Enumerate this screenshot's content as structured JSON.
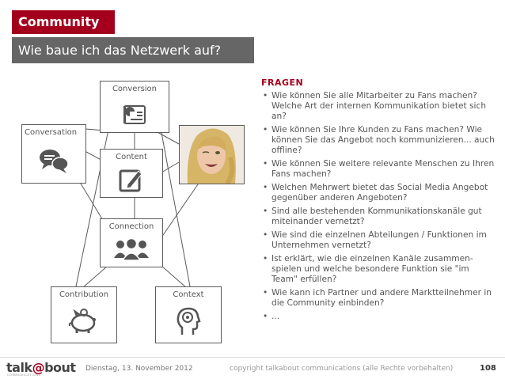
{
  "header": {
    "title": "Community",
    "subtitle": "Wie baue ich das Netzwerk auf?"
  },
  "diagram": {
    "nodes": [
      {
        "id": "conversion",
        "label": "Conversion",
        "icon": "presentation-icon"
      },
      {
        "id": "conversation",
        "label": "Conversation",
        "icon": "chat-bubbles-icon"
      },
      {
        "id": "content",
        "label": "Content",
        "icon": "edit-pencil-icon"
      },
      {
        "id": "connection",
        "label": "Connection",
        "icon": "people-group-icon"
      },
      {
        "id": "contribution",
        "label": "Contribution",
        "icon": "piggy-bank-icon"
      },
      {
        "id": "context",
        "label": "Context",
        "icon": "head-profile-icon"
      }
    ],
    "photo": "woman-winking-photo"
  },
  "questions": {
    "heading": "FRAGEN",
    "items": [
      "Wie können Sie alle Mitarbeiter zu Fans machen? Welche Art der internen Kommunikation bietet sich an?",
      "Wie können Sie Ihre Kunden zu Fans machen? Wie können Sie das Angebot noch kommunizieren... auch offline?",
      "Wie können Sie weitere relevante Menschen zu Ihren Fans machen?",
      "Welchen Mehrwert bietet das Social Media Angebot gegenüber anderen Angeboten?",
      "Sind alle bestehenden Kommunikationskanäle gut miteinander vernetzt?",
      "Wie sind die einzelnen Abteilungen / Funktionen im Unternehmen vernetzt?",
      "Ist erklärt, wie die einzelnen Kanäle zusammen-spielen und welche besondere Funktion sie \"im Team\" erfüllen?",
      "Wie kann ich Partner und andere Marktteilnehmer in die Community einbinden?",
      "..."
    ]
  },
  "footer": {
    "logo_pre": "talk",
    "logo_at": "@",
    "logo_post": "bout",
    "logo_sub": "COMMUNICATIONS",
    "date": "Dienstag, 13. November 2012",
    "copyright": "copyright talkabout communications (alle Rechte vorbehalten)",
    "page": "108"
  },
  "colors": {
    "accent": "#a4001d",
    "subtitle_bg": "#666666"
  }
}
